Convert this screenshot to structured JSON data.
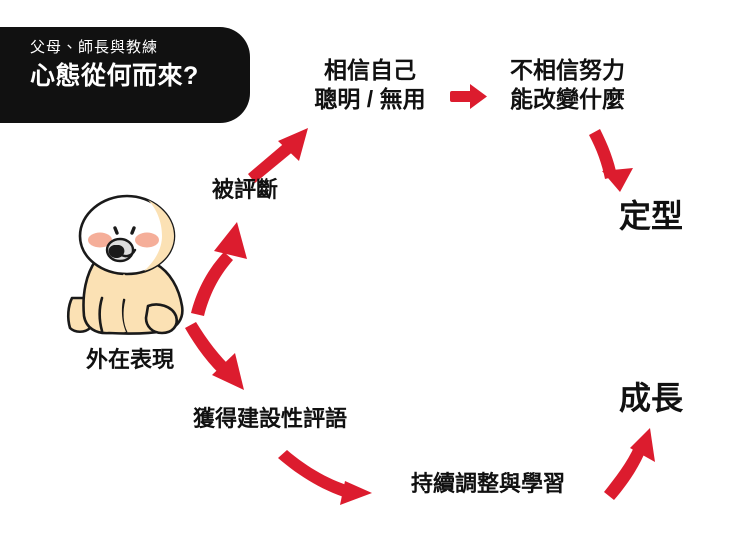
{
  "badge": {
    "subtitle": "父母、師長與教練",
    "title": "心態從何而來?"
  },
  "nodes": {
    "outer_performance": "外在表現",
    "being_judged": "被評斷",
    "belief_self": "相信自己\n聰明 / 無用",
    "no_effort_belief": "不相信努力\n能改變什麼",
    "fixed_mindset": "定型",
    "constructive_feedback": "獲得建設性評語",
    "continuous_learning": "持續調整與學習",
    "growth_mindset": "成長"
  },
  "colors": {
    "arrow_red": "#DC1C2E",
    "badge_black": "#111111",
    "text_black": "#111111",
    "body_cream": "#FBE1B4",
    "blush_pink": "#F4A58E",
    "muzzle_gray": "#D9D9D9",
    "background": "#FFFFFF"
  },
  "character": {
    "name": "sitting-dog-mascot",
    "description": "外在表現"
  },
  "arrows": [
    {
      "name": "arrow-outer-to-judged",
      "from": "外在表現",
      "to": "被評斷",
      "direction": "up-right",
      "style": "curved"
    },
    {
      "name": "arrow-judged-to-belief",
      "from": "被評斷",
      "to": "相信自己 聰明 / 無用",
      "direction": "up-right",
      "style": "straight"
    },
    {
      "name": "arrow-belief-to-noeffort",
      "from": "相信自己 聰明 / 無用",
      "to": "不相信努力 能改變什麼",
      "direction": "right",
      "style": "straight"
    },
    {
      "name": "arrow-noeffort-to-fixed",
      "from": "不相信努力 能改變什麼",
      "to": "定型",
      "direction": "down",
      "style": "curved"
    },
    {
      "name": "arrow-outer-to-feedback",
      "from": "外在表現",
      "to": "獲得建設性評語",
      "direction": "down-right",
      "style": "curved"
    },
    {
      "name": "arrow-feedback-to-learning",
      "from": "獲得建設性評語",
      "to": "持續調整與學習",
      "direction": "down-right",
      "style": "curved"
    },
    {
      "name": "arrow-learning-to-growth",
      "from": "持續調整與學習",
      "to": "成長",
      "direction": "up-right",
      "style": "curved"
    }
  ]
}
